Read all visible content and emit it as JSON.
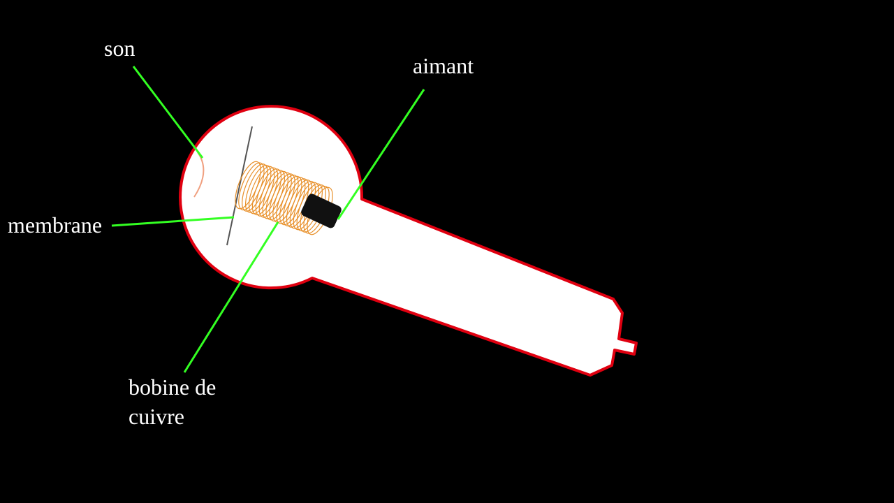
{
  "labels": {
    "son": "son",
    "aimant": "aimant",
    "membrane": "membrane",
    "bobine_line1": "bobine de",
    "bobine_line2": "cuivre"
  },
  "colors": {
    "background": "#000000",
    "body_fill": "#ffffff",
    "body_outline": "#e00010",
    "leader_line": "#33ff22",
    "coil": "#e8902a",
    "magnet": "#111111",
    "membrane": "#555555",
    "sound_wave": "#f0a080",
    "text": "#ffffff"
  }
}
